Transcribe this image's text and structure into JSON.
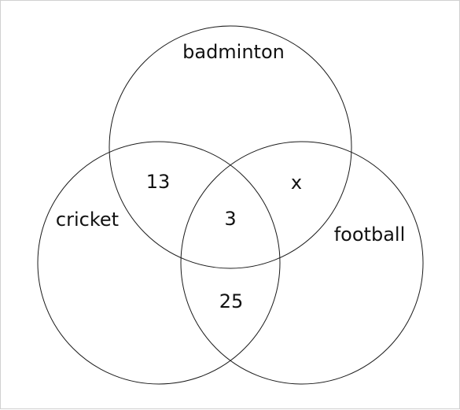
{
  "venn": {
    "sets": {
      "badminton": "badminton",
      "cricket": "cricket",
      "football": "football"
    },
    "regions": {
      "badminton_cricket": "13",
      "badminton_football": "x",
      "all_three": "3",
      "cricket_football": "25"
    }
  },
  "colors": {
    "stroke": "#1a1a1a",
    "text": "#111111",
    "border": "#d0d0d0"
  }
}
